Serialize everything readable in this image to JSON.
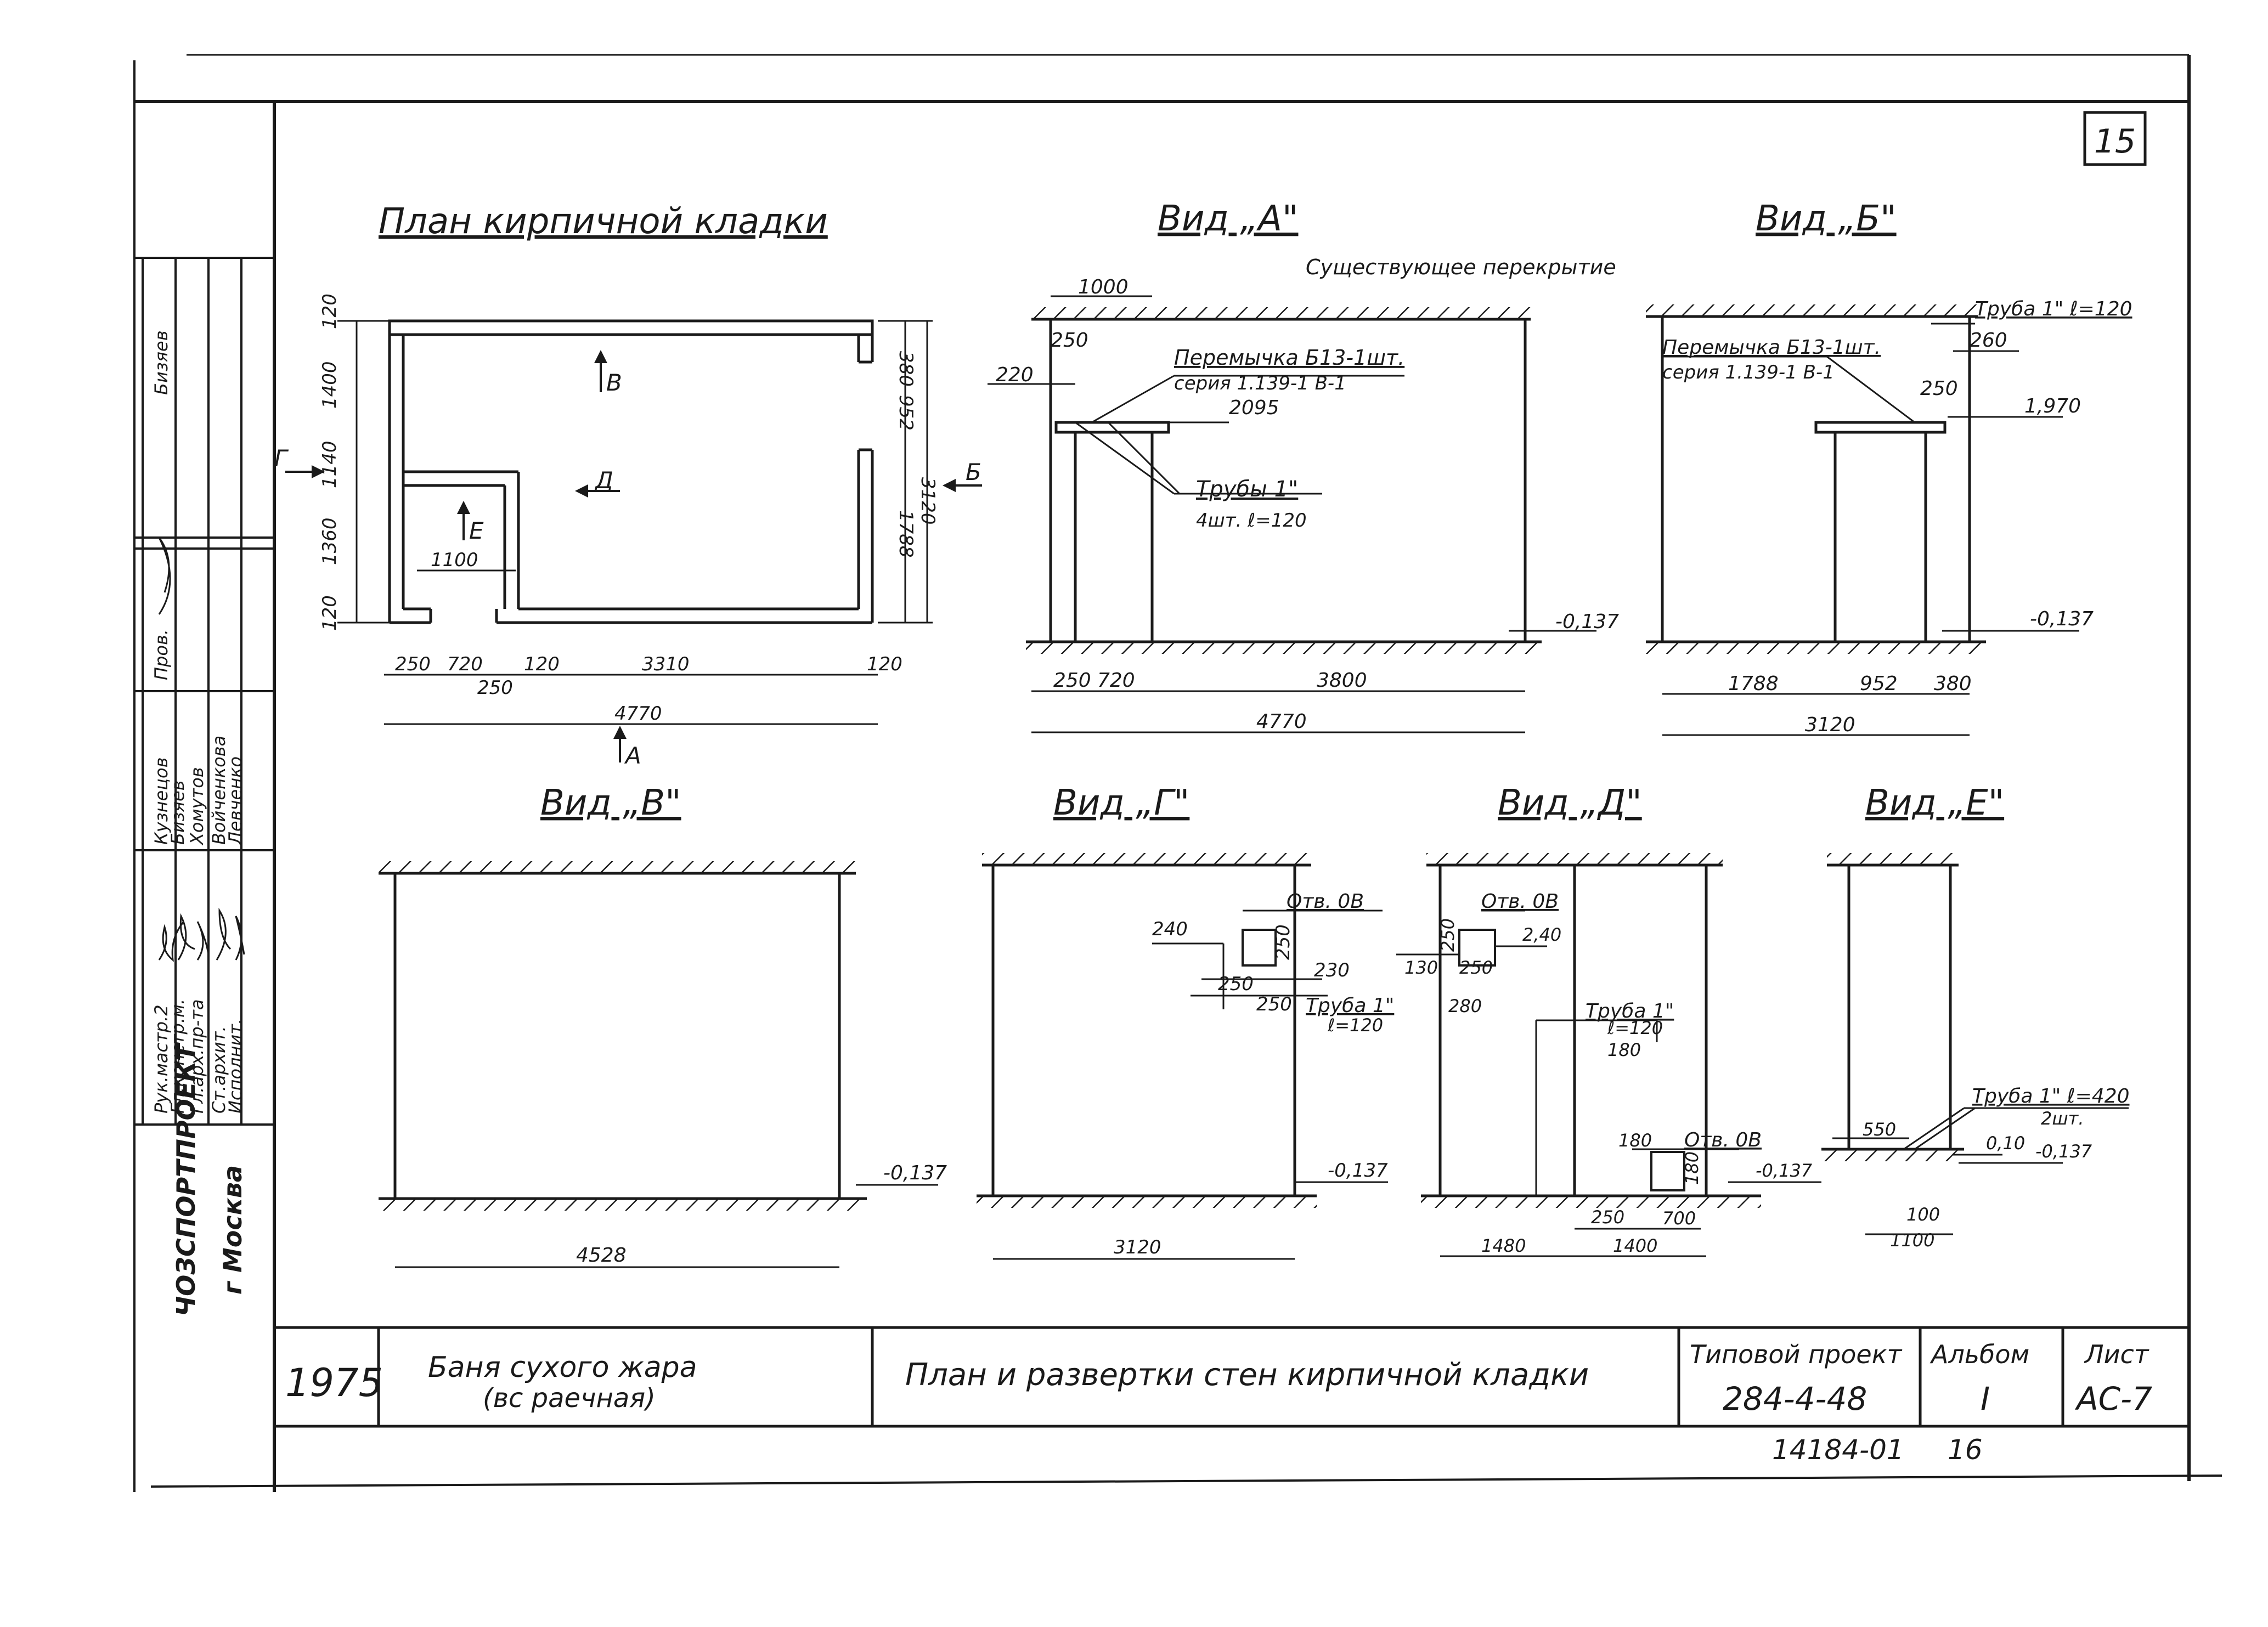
{
  "sheet_number": "15",
  "titles": {
    "plan": "План кирпичной кладки",
    "view_a": "Вид „А\"",
    "view_b": "Вид „Б\"",
    "view_v": "Вид „В\"",
    "view_g": "Вид „Г\"",
    "view_d": "Вид „Д\"",
    "view_e": "Вид „Е\""
  },
  "plan": {
    "arrow_labels": {
      "a": "А",
      "b": "Б",
      "v": "В",
      "g": "Г",
      "d": "Д",
      "e": "Е"
    },
    "left_dims": [
      "120",
      "1400",
      "1140",
      "1360",
      "120"
    ],
    "right_dims": [
      "380",
      "952",
      "1788"
    ],
    "right_total": "3120",
    "bottom_dims": [
      "250",
      "720",
      "120",
      "3310",
      "120"
    ],
    "bottom_dim_extra": "250",
    "inner_dim": "1100",
    "total": "4770"
  },
  "view_a": {
    "existing_slab": "Существующее перекрытие",
    "lintel": "Перемычка Б13-1шт.",
    "lintel_series": "серия 1.139-1 В-1",
    "pipes": "Трубы 1\"",
    "pipes_qty": "4шт. ℓ=120",
    "dims": {
      "top": "1000",
      "d250": "250",
      "d220": "220",
      "elev": "2095",
      "floor": "-0,137",
      "bottom": [
        "250",
        "720",
        "3800"
      ],
      "total": "4770"
    }
  },
  "view_b": {
    "pipe": "Труба 1\" ℓ=120",
    "lintel": "Перемычка Б13-1шт.",
    "lintel_series": "серия 1.139-1 В-1",
    "dims": {
      "d260": "260",
      "d250": "250",
      "elev": "1,970",
      "floor": "-0,137",
      "bottom": [
        "1788",
        "952",
        "380"
      ],
      "total": "3120"
    }
  },
  "view_v": {
    "floor": "-0,137",
    "total": "4528"
  },
  "view_g": {
    "opening": "Отв. 0В",
    "pipe": "Труба 1\"",
    "pipe_len": "ℓ=120",
    "dims": {
      "d240": "240",
      "d250v": "250",
      "d230": "230",
      "d250a": "250",
      "d250b": "250",
      "floor": "-0,137",
      "total": "3120"
    }
  },
  "view_d": {
    "opening": "Отв. 0В",
    "opening2": "Отв. 0В",
    "pipe": "Труба 1\"",
    "pipe_len": "ℓ=120",
    "dims": {
      "d250": "250",
      "d240": "2,40",
      "d130": "130",
      "d250b": "250",
      "d180": "180",
      "d280": "280",
      "d180b": "180",
      "d180c": "180",
      "d250c": "250",
      "d700": "700",
      "floor": "-0,137",
      "bottom": [
        "1480",
        "1400"
      ]
    }
  },
  "view_e": {
    "pipe": "Труба 1\" ℓ=420",
    "pipe_qty": "2шт.",
    "dims": {
      "d550": "550",
      "d010": "0,10",
      "d100": "100",
      "floor": "-0,137",
      "total": "1100"
    }
  },
  "stamp": {
    "org": "ЧОЗСПОРТПРОЕКТ",
    "city": "г Москва",
    "roles": [
      "Рук.мастр.2",
      "Гл.констр.м.",
      "Гл.арх.пр-та",
      "Ст.архит.",
      "Исполнит."
    ],
    "names": [
      "Кузнецов",
      "Бизяев",
      "Хомутов",
      "Войченкова",
      "Левченко"
    ],
    "check_role": "Пров.",
    "check_name": "Бизяев",
    "year": "1975",
    "project_name": "Баня сухого жара",
    "project_sub": "(вс раечная)",
    "sheet_title": "План и развертки стен кирпичной кладки",
    "type_label": "Типовой проект",
    "type_value": "284-4-48",
    "album_label": "Альбом",
    "album_value": "I",
    "sheet_label": "Лист",
    "sheet_value": "АС-7"
  },
  "footer": {
    "code": "14184-01",
    "page": "16"
  }
}
